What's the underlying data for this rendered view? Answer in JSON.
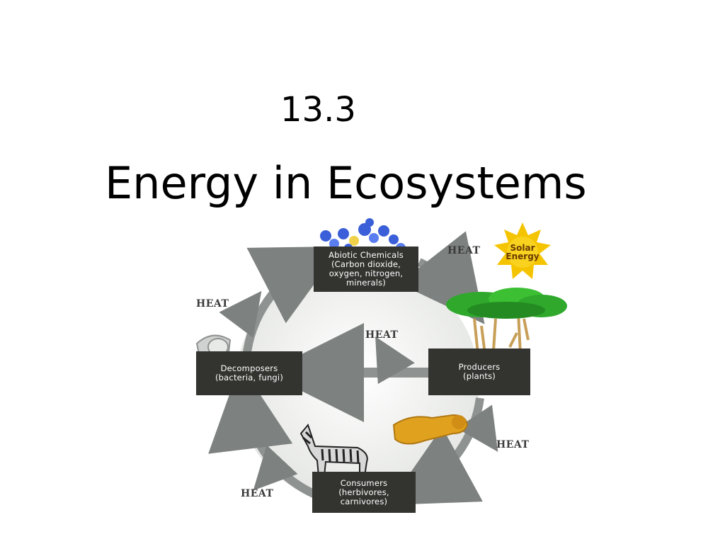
{
  "slide": {
    "number": "13.3",
    "title": "Energy in Ecosystems"
  },
  "diagram": {
    "boxes": {
      "abiotic": [
        "Abiotic Chemicals",
        "(Carbon dioxide,",
        "oxygen, nitrogen,",
        "minerals)"
      ],
      "producers": [
        "Producers",
        "(plants)"
      ],
      "consumers": [
        "Consumers",
        "(herbivores,",
        "carnivores)"
      ],
      "decomposers": [
        "Decomposers",
        "(bacteria, fungi)"
      ]
    },
    "heat_label": "HEAT",
    "sun_label": [
      "Solar",
      "Energy"
    ],
    "colors": {
      "box": "#333330",
      "arrow": "#8e9290",
      "circle_fill": "#ebedea",
      "sun": "#f5c400",
      "foliage": "#2fa82c",
      "lion": "#e0a21e"
    }
  }
}
